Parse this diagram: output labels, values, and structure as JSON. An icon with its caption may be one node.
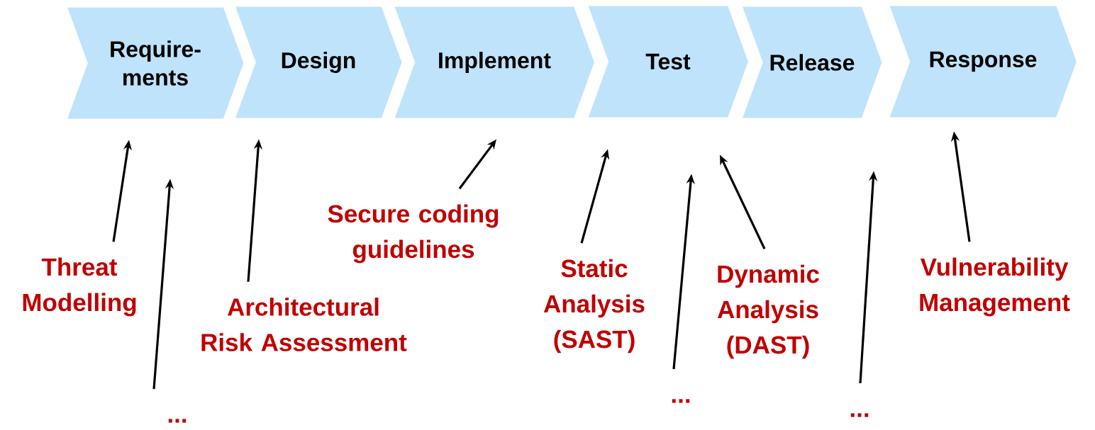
{
  "diagram": {
    "nodes": [
      {
        "text": [
          "Require- ments"
        ]
      },
      {
        "text": [
          "Design"
        ]
      },
      {
        "text": [
          "Implement"
        ]
      },
      {
        "text": [
          "Test"
        ]
      },
      {
        "text": [
          "Release"
        ]
      },
      {
        "text": [
          "Response"
        ]
      },
      {
        "text": [
          "Threat Modelling"
        ]
      },
      {
        "text": [
          "..."
        ]
      },
      {
        "text": [
          "Architectural Risk Assessment"
        ]
      },
      {
        "text": [
          "Secure coding guidelines"
        ]
      },
      {
        "text": [
          "Static Analysis (SAST)"
        ]
      },
      {
        "text": [
          "..."
        ]
      },
      {
        "text": [
          "Dynamic Analysis (DAST)"
        ]
      },
      {
        "text": [
          "..."
        ]
      },
      {
        "text": [
          "Vulnerability Management"
        ]
      }
    ],
    "edges": [
      {
        "from": 6,
        "to": 0,
        "arrow": "to"
      },
      {
        "from": 7,
        "to": 0,
        "arrow": "to"
      },
      {
        "from": 8,
        "to": 1,
        "arrow": "to"
      },
      {
        "from": 9,
        "to": 2,
        "arrow": "to"
      },
      {
        "from": 10,
        "to": 3,
        "arrow": "to"
      },
      {
        "from": 11,
        "to": 3,
        "arrow": "to"
      },
      {
        "from": 12,
        "to": 3,
        "arrow": "to"
      },
      {
        "from": 13,
        "to": 4,
        "arrow": "to"
      },
      {
        "from": 14,
        "to": 5,
        "arrow": "to"
      }
    ]
  }
}
